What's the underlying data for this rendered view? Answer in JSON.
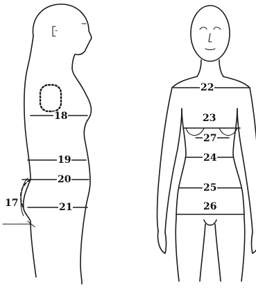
{
  "colors": {
    "line": "#1a1a1a",
    "background": "#ffffff"
  },
  "side_view": {
    "labels": {
      "m17": "17",
      "m18": "18",
      "m19": "19",
      "m20": "20",
      "m21": "21"
    }
  },
  "front_view": {
    "labels": {
      "m22": "22",
      "m23": "23",
      "m24": "24",
      "m25": "25",
      "m26": "26",
      "m27": "27"
    }
  }
}
